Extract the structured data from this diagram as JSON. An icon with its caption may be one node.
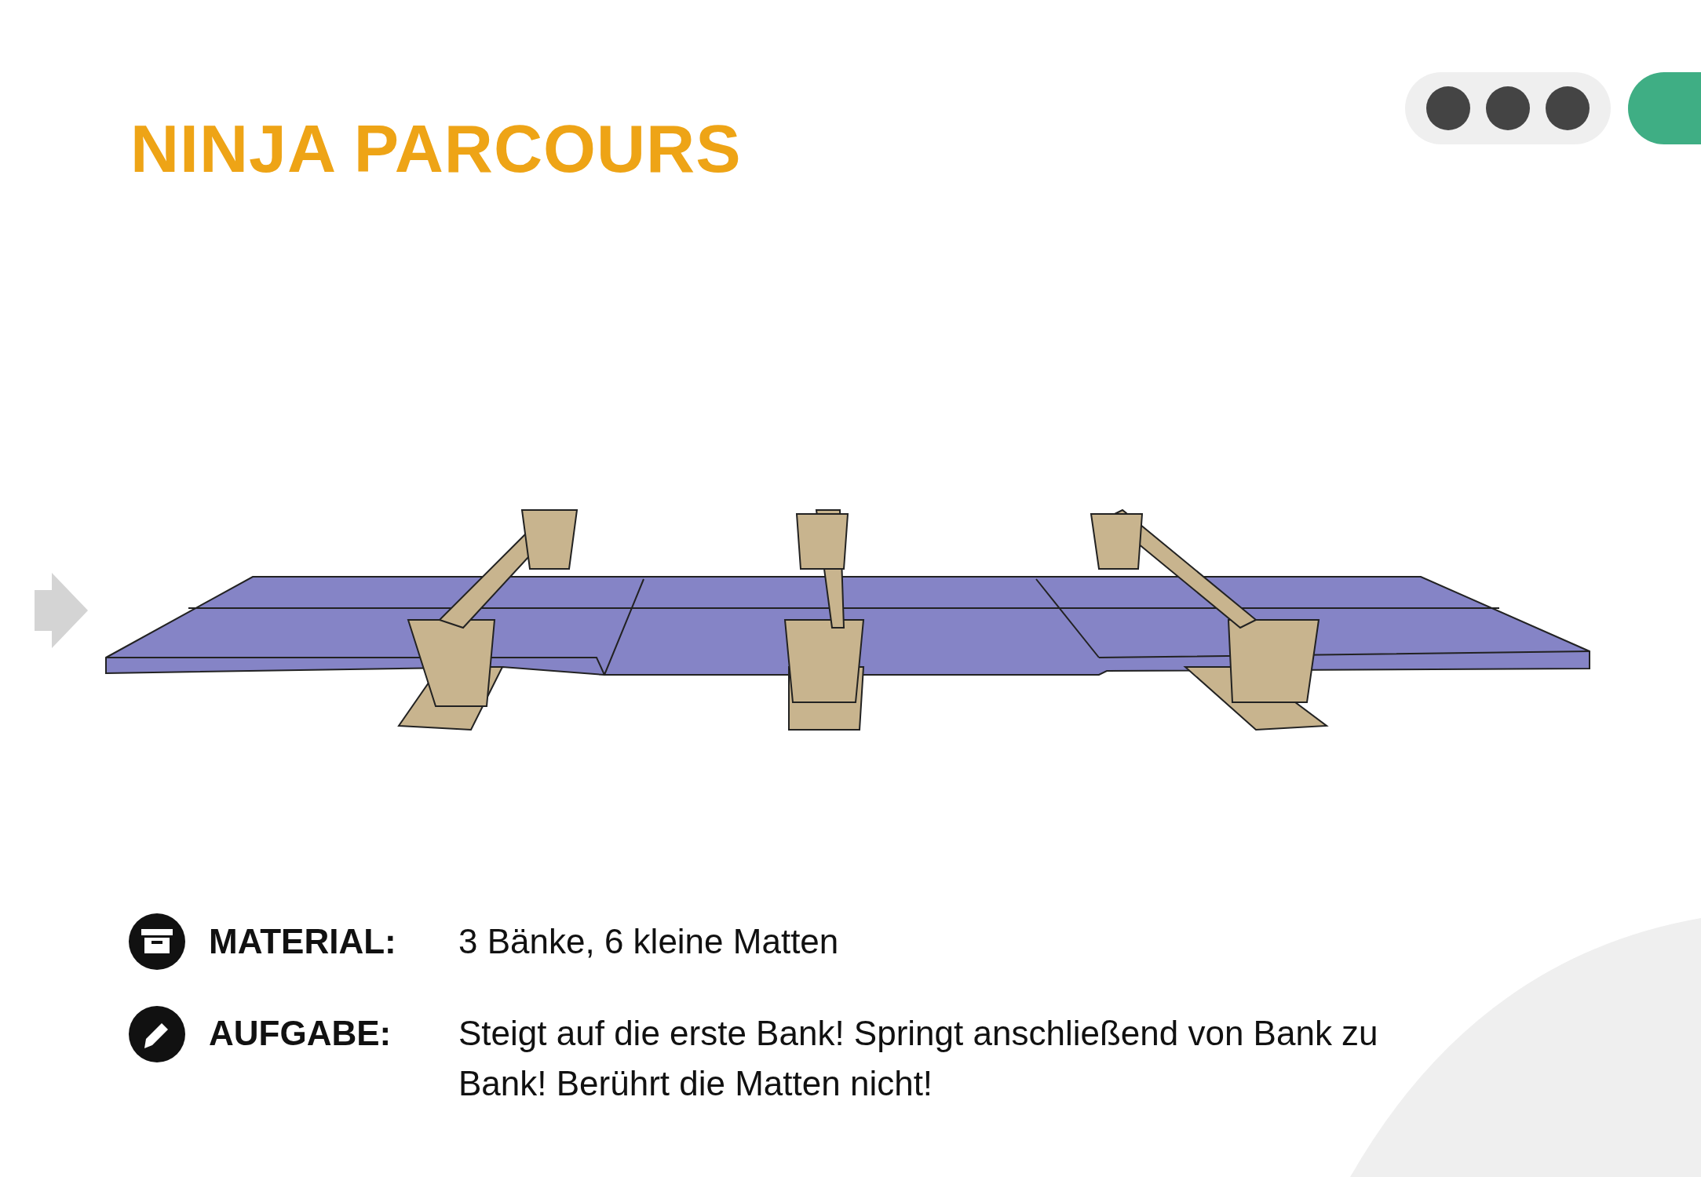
{
  "diagram": {
    "title": "NINJA PARCOURS",
    "labels": [
      "MATERIAL:",
      "3 Bänke, 6 kleine Matten",
      "AUFGABE:",
      "Steigt auf die erste Bank! Springt anschließend von Bank zu Bank! Berührt die Matten nicht!"
    ]
  }
}
